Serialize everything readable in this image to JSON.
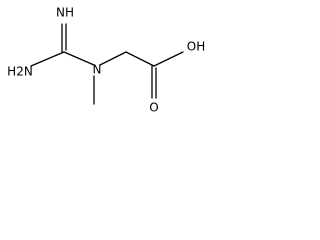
{
  "molecule": {
    "atoms": {
      "imine_nh": "NH",
      "amine_nh2": "H2N",
      "amine_n": "N",
      "hydroxyl": "OH",
      "carbonyl_o": "O"
    }
  }
}
